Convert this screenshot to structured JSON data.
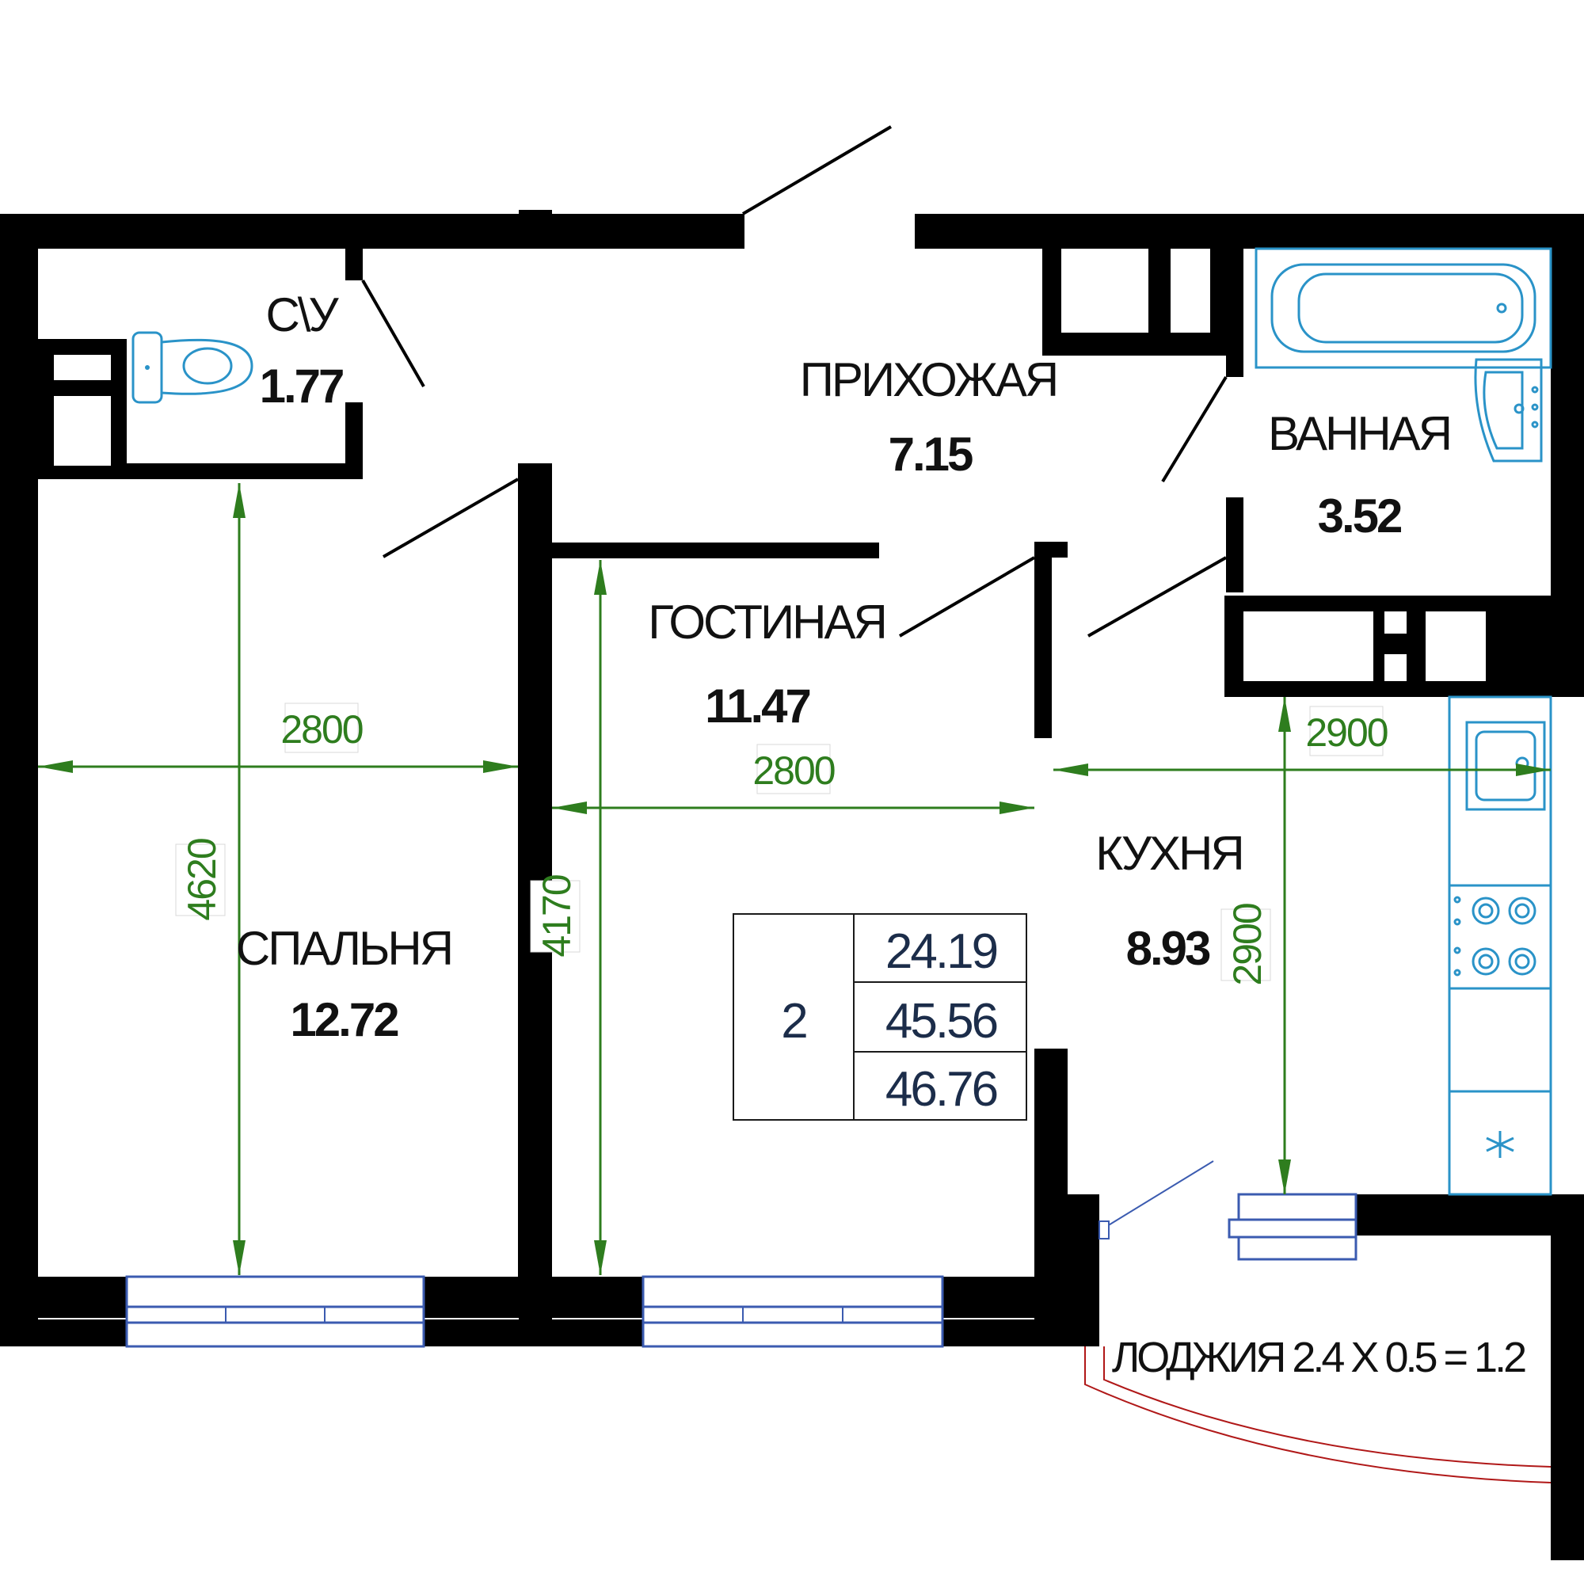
{
  "rooms": {
    "bathroom_wc": {
      "name": "С\\У",
      "area": "1.77"
    },
    "hallway": {
      "name": "ПРИХОЖАЯ",
      "area": "7.15"
    },
    "bath": {
      "name": "ВАННАЯ",
      "area": "3.52"
    },
    "living": {
      "name": "ГОСТИНАЯ",
      "area": "11.47"
    },
    "kitchen": {
      "name": "КУХНЯ",
      "area": "8.93"
    },
    "bedroom": {
      "name": "СПАЛЬНЯ",
      "area": "12.72"
    }
  },
  "loggia": {
    "label": "ЛОДЖИЯ 2.4 X 0.5 = 1.2"
  },
  "summary": {
    "rooms_count": "2",
    "living_area": "24.19",
    "total_area": "45.56",
    "total_with_loggia": "46.76"
  },
  "dimensions": {
    "bedroom_width": "2800",
    "bedroom_length": "4620",
    "living_width": "2800",
    "living_length": "4170",
    "kitchen_width": "2900",
    "kitchen_length": "2900"
  },
  "colors": {
    "wall": "#000000",
    "dimension": "#2e7d1e",
    "fixture": "#2a93c8",
    "window": "#3b5bb0",
    "loggia_outline": "#b01818",
    "summary_text": "#1c2d4a"
  }
}
